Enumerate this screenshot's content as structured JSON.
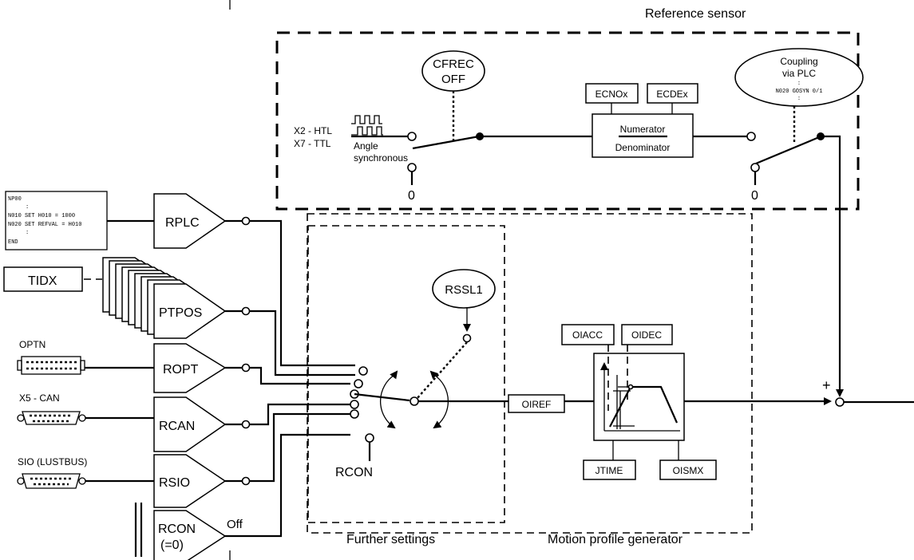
{
  "reference_sensor": {
    "title": "Reference sensor",
    "input_1": "X2 - HTL",
    "input_2": "X7 - TTL",
    "angle_1": "Angle",
    "angle_2": "synchronous",
    "cfrec_1": "CFREC",
    "cfrec_2": "OFF",
    "zero_left": "0",
    "zero_right": "0",
    "ecnox": "ECNOx",
    "ecdex": "ECDEx",
    "numerator": "Numerator",
    "denominator": "Denominator",
    "coupling_1": "Coupling",
    "coupling_2": "via PLC",
    "coupling_3": ":",
    "coupling_4": "N020 GOSYN 0/1",
    "coupling_5": ":"
  },
  "plc_program": {
    "lines": [
      "%P00",
      ":",
      "N010 SET H010 = 1000",
      "N020 SET REFVAL = H010",
      ":",
      "END"
    ]
  },
  "sources": {
    "rplc": "RPLC",
    "tidx": "TIDX",
    "ptpos": "PTPOS",
    "optn": "OPTN",
    "ropt": "ROPT",
    "x5_can": "X5 - CAN",
    "rcan": "RCAN",
    "sio": "SIO (LUSTBUS)",
    "rsio": "RSIO",
    "rcon_1": "RCON",
    "rcon_2": "(=0)",
    "off": "Off",
    "rcon_switch": "RCON"
  },
  "further_settings": {
    "title": "Further settings",
    "rssl1": "RSSL1"
  },
  "motion_profile": {
    "title": "Motion profile generator",
    "oiref": "OIREF",
    "oiacc": "OIACC",
    "oidec": "OIDEC",
    "jtime": "JTIME",
    "oismx": "OISMX"
  },
  "summing": {
    "plus": "+"
  }
}
